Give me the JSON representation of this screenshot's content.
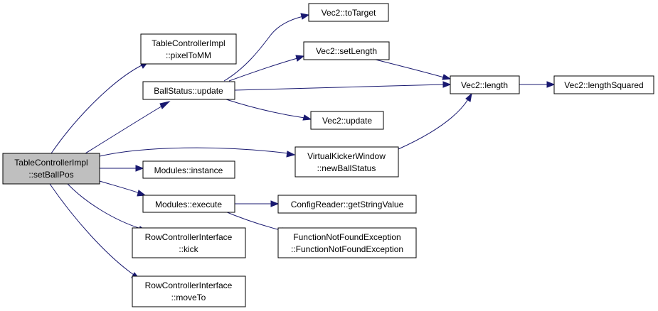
{
  "colors": {
    "edge": "#191970",
    "node_fill": "#ffffff",
    "root_fill": "#bfbfbf",
    "border": "#000000"
  },
  "nodes": {
    "root": [
      "TableControllerImpl",
      "::setBallPos"
    ],
    "pixelToMM": [
      "TableControllerImpl",
      "::pixelToMM"
    ],
    "ballStatusUpdate": [
      "BallStatus::update"
    ],
    "modulesInstance": [
      "Modules::instance"
    ],
    "modulesExecute": [
      "Modules::execute"
    ],
    "kick": [
      "RowControllerInterface",
      "::kick"
    ],
    "moveTo": [
      "RowControllerInterface",
      "::moveTo"
    ],
    "toTarget": [
      "Vec2::toTarget"
    ],
    "setLength": [
      "Vec2::setLength"
    ],
    "vec2Update": [
      "Vec2::update"
    ],
    "newBallStatus": [
      "VirtualKickerWindow",
      "::newBallStatus"
    ],
    "length": [
      "Vec2::length"
    ],
    "lengthSquared": [
      "Vec2::lengthSquared"
    ],
    "getStringValue": [
      "ConfigReader::getStringValue"
    ],
    "fnfe": [
      "FunctionNotFoundException",
      "::FunctionNotFoundException"
    ]
  }
}
